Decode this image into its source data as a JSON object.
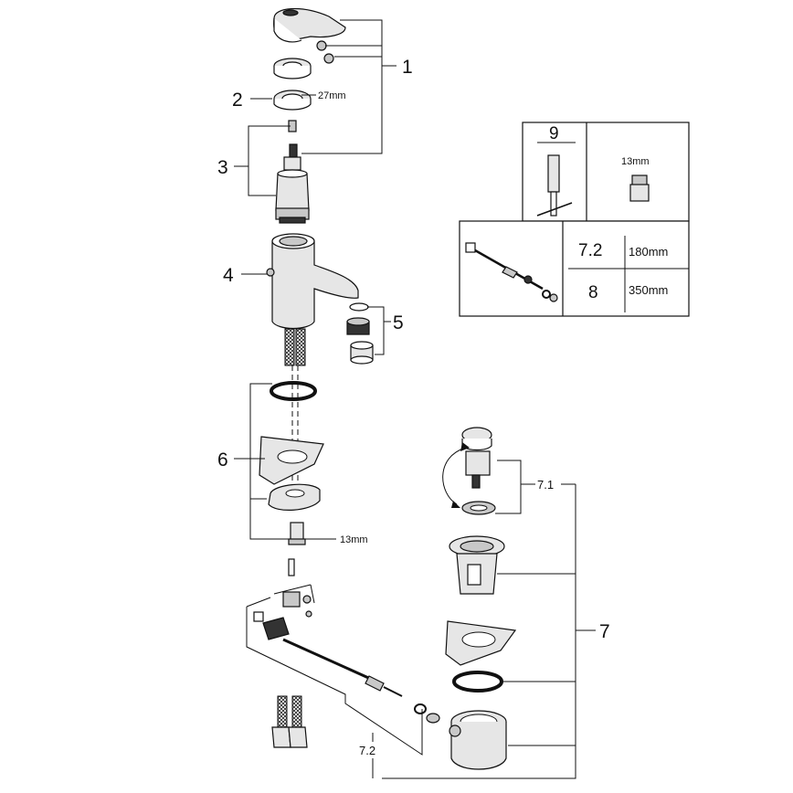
{
  "callouts": {
    "c1": "1",
    "c2": "2",
    "c3": "3",
    "c4": "4",
    "c5": "5",
    "c6": "6",
    "c7": "7",
    "c71": "7.1",
    "c72": "7.2"
  },
  "dimensions": {
    "ring": "27mm",
    "valve": "13mm",
    "tool": "13mm"
  },
  "inset_table": {
    "top_label": "9",
    "tool_size": "13mm",
    "row1": {
      "key": "7.2",
      "value": "180mm"
    },
    "row2": {
      "key": "8",
      "value": "350mm"
    }
  }
}
